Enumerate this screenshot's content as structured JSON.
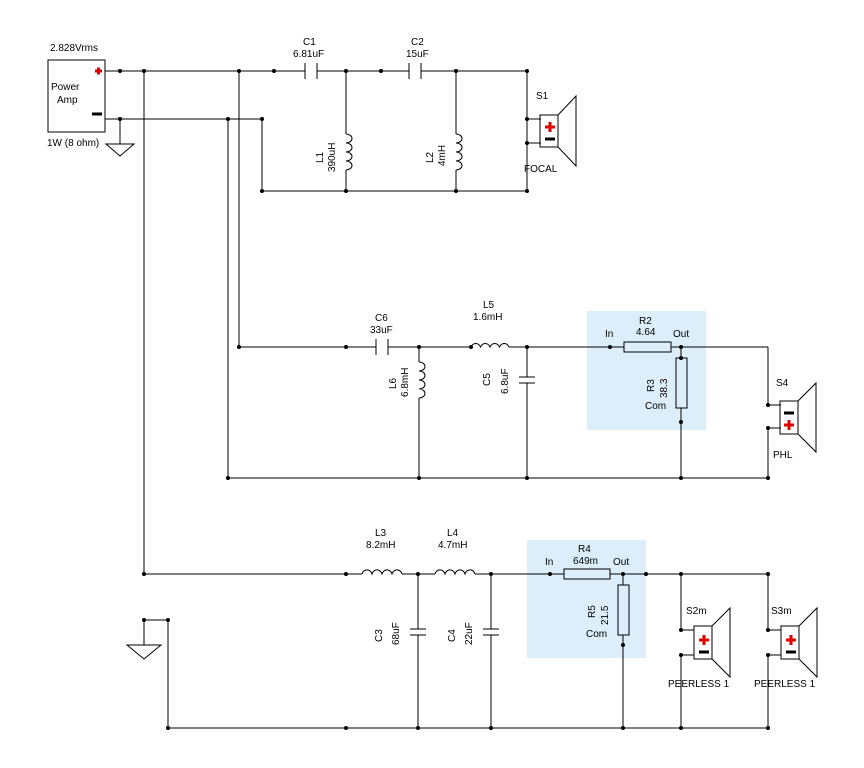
{
  "colors": {
    "wire": "#000000",
    "attenuator_bg": "#dbeefa",
    "polarity_plus": "#e00000",
    "background": "#ffffff"
  },
  "source": {
    "voltage": "2.828Vrms",
    "label_line1": "Power",
    "label_line2": "Amp",
    "power": "1W (8 ohm)"
  },
  "components": {
    "C1": {
      "name": "C1",
      "value": "6.81uF"
    },
    "C2": {
      "name": "C2",
      "value": "15uF"
    },
    "L1": {
      "name": "L1",
      "value": "390uH"
    },
    "L2": {
      "name": "L2",
      "value": "4mH"
    },
    "C6": {
      "name": "C6",
      "value": "33uF"
    },
    "L5": {
      "name": "L5",
      "value": "1.6mH"
    },
    "L6": {
      "name": "L6",
      "value": "6.8mH"
    },
    "C5": {
      "name": "C5",
      "value": "6.8uF"
    },
    "R2": {
      "name": "R2",
      "value": "4.64"
    },
    "R3": {
      "name": "R3",
      "value": "38.3"
    },
    "L3": {
      "name": "L3",
      "value": "8.2mH"
    },
    "L4": {
      "name": "L4",
      "value": "4.7mH"
    },
    "C3": {
      "name": "C3",
      "value": "68uF"
    },
    "C4": {
      "name": "C4",
      "value": "22uF"
    },
    "R4": {
      "name": "R4",
      "value": "649m"
    },
    "R5": {
      "name": "R5",
      "value": "21.5"
    }
  },
  "attenuator_labels": {
    "in": "In",
    "out": "Out",
    "com": "Com"
  },
  "speakers": {
    "S1": {
      "name": "S1",
      "model": "FOCAL"
    },
    "S4": {
      "name": "S4",
      "model": "PHL"
    },
    "S2m": {
      "name": "S2m",
      "model": "PEERLESS 1"
    },
    "S3m": {
      "name": "S3m",
      "model": "PEERLESS 1"
    }
  }
}
